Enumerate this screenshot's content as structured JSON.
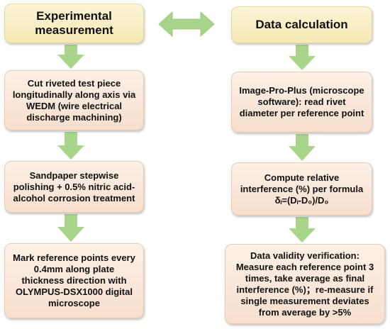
{
  "colors": {
    "header_fill": "#f7ebbf",
    "step_fill": "#fae6d8",
    "arrow_fill": "#a9d58a"
  },
  "left": {
    "header": "Experimental\nmeasurement",
    "steps": [
      "Cut riveted test piece\nlongitudinally along axis via\nWEDM (wire electrical\ndischarge machining)",
      "Sandpaper stepwise\npolishing + 0.5% nitric acid-\nalcohol corrosion treatment",
      "Mark reference points every\n0.4mm along plate\nthickness direction with\nOLYMPUS-DSX1000 digital\nmicroscope"
    ]
  },
  "right": {
    "header": "Data calculation",
    "steps": [
      "Image-Pro-Plus (microscope\nsoftware): read rivet\ndiameter per reference point",
      "Compute relative\ninterference (%) per formula\nδᵢ=(Dᵢ-D₀)/D₀",
      "Data validity verification:\nMeasure each reference point 3\ntimes, take average as final\ninterference (%)；re-measure if\nsingle measurement deviates\nfrom average by >5%"
    ]
  },
  "connector_icon": "double-arrow-icon",
  "flow_arrow_icon": "down-arrow-icon"
}
